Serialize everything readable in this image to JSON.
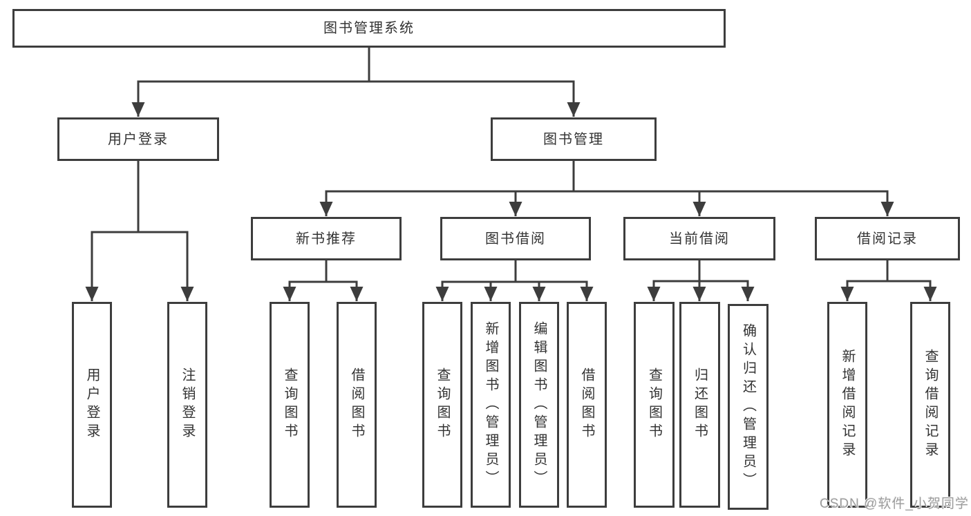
{
  "tree": {
    "label": "图书管理系统",
    "children": [
      {
        "label": "用户登录",
        "children": [
          {
            "label": "用户登录"
          },
          {
            "label": "注销登录"
          }
        ]
      },
      {
        "label": "图书管理",
        "children": [
          {
            "label": "新书推荐",
            "children": [
              {
                "label": "查询图书"
              },
              {
                "label": "借阅图书"
              }
            ]
          },
          {
            "label": "图书借阅",
            "children": [
              {
                "label": "查询图书"
              },
              {
                "label": "新增图书（管理员）"
              },
              {
                "label": "编辑图书（管理员）"
              },
              {
                "label": "借阅图书"
              }
            ]
          },
          {
            "label": "当前借阅",
            "children": [
              {
                "label": "查询图书"
              },
              {
                "label": "归还图书"
              },
              {
                "label": "确认归还（管理员）"
              }
            ]
          },
          {
            "label": "借阅记录",
            "children": [
              {
                "label": "新增借阅记录"
              },
              {
                "label": "查询借阅记录"
              }
            ]
          }
        ]
      }
    ]
  },
  "watermark": {
    "text": "CSDN @软件_小贺同学"
  },
  "colors": {
    "line": "#3d3d3d",
    "box_border": "#3d3d3d",
    "text": "#333333",
    "background": "#ffffff",
    "watermark": "#9c9c9c"
  }
}
